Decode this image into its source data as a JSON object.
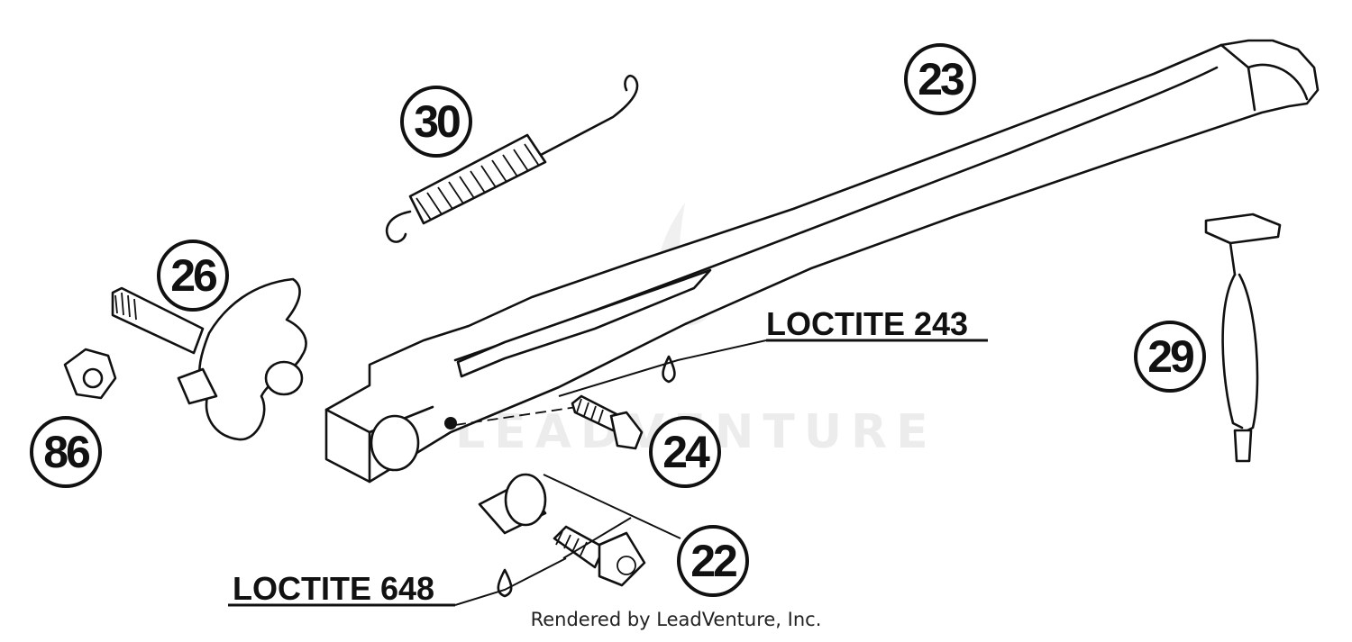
{
  "callouts": {
    "c23": "23",
    "c30": "30",
    "c26": "26",
    "c29": "29",
    "c86": "86",
    "c24": "24",
    "c22": "22"
  },
  "notes": {
    "loctite_243": "LOCTITE 243",
    "loctite_648": "LOCTITE 648"
  },
  "watermark": "LEADVENTURE",
  "footer": "Rendered by LeadVenture, Inc."
}
